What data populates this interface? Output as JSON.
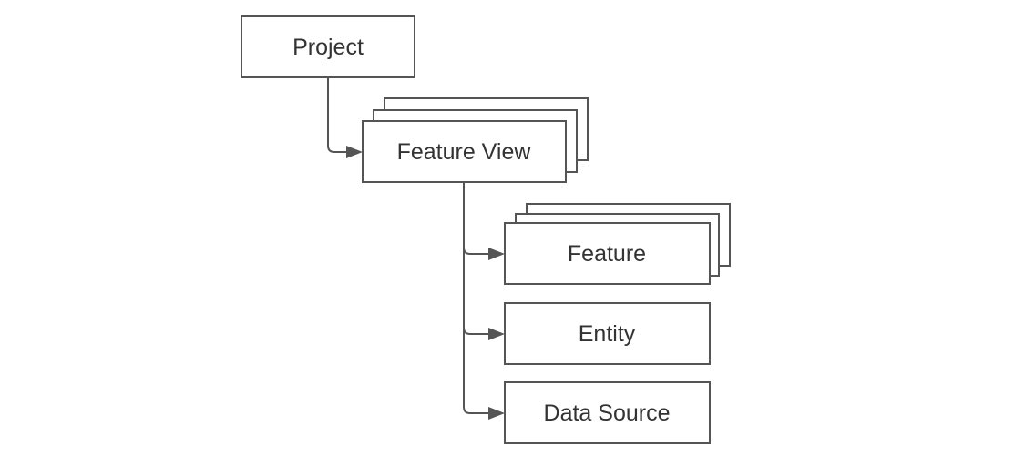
{
  "diagram": {
    "nodes": {
      "project": "Project",
      "feature_view": "Feature View",
      "feature": "Feature",
      "entity": "Entity",
      "data_source": "Data Source"
    }
  }
}
